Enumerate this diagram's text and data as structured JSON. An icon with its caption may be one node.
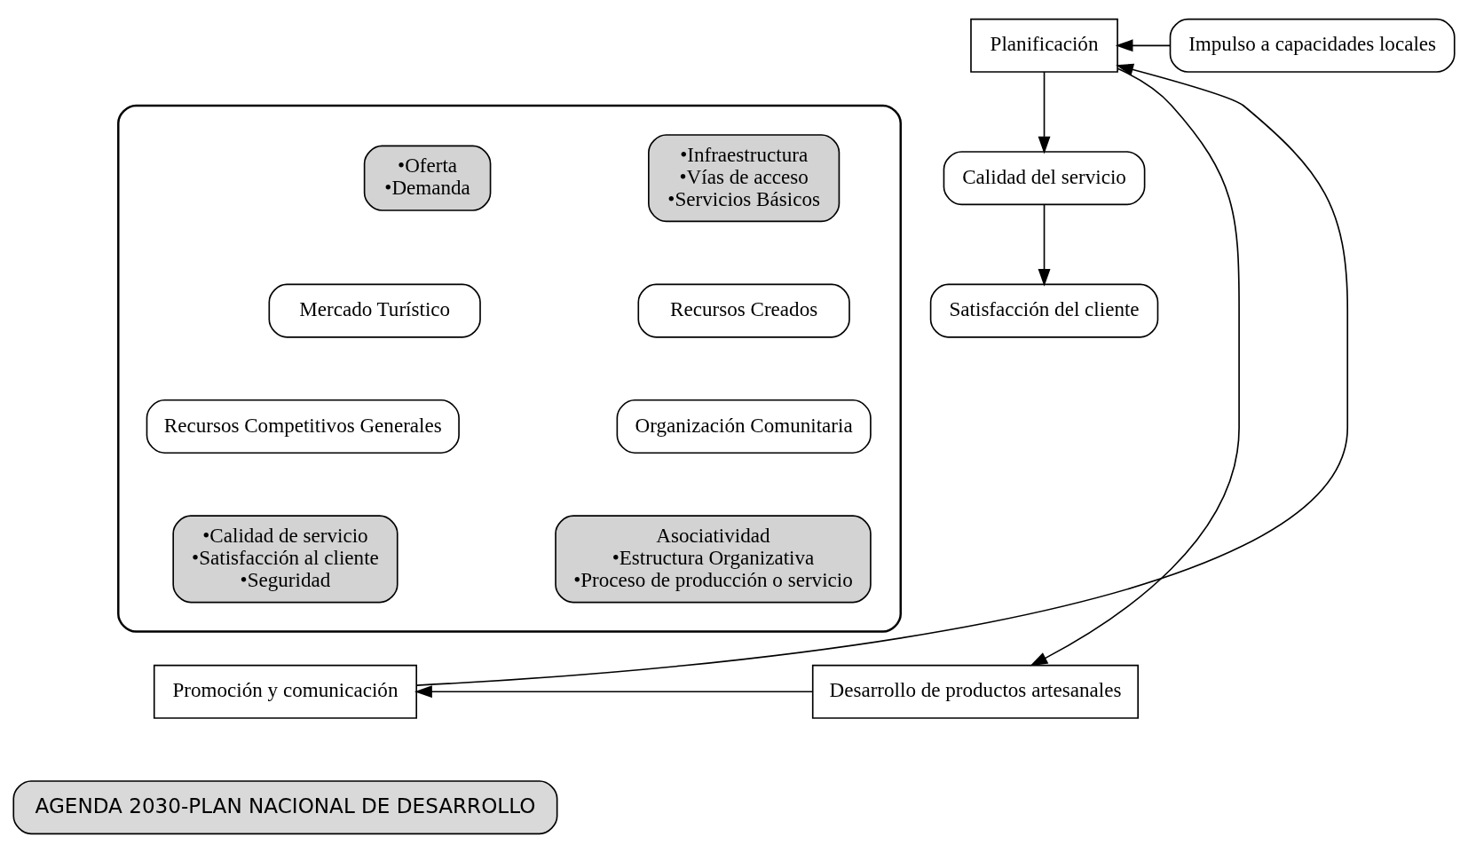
{
  "diagram": {
    "nodes": [
      {
        "text": [
          "Planificación"
        ]
      },
      {
        "text": [
          "Impulso a capacidades locales"
        ]
      },
      {
        "text": [],
        "shape": "box"
      },
      {
        "text": [
          "•Oferta",
          "•Demanda"
        ],
        "in": 2
      },
      {
        "text": [
          "•Infraestructura",
          "•Vías de acceso",
          "•Servicios Básicos"
        ],
        "in": 2
      },
      {
        "text": [
          "Mercado Turístico"
        ],
        "in": 2
      },
      {
        "text": [
          "Recursos Creados"
        ],
        "in": 2
      },
      {
        "text": [
          "Recursos Competitivos Generales"
        ],
        "in": 2
      },
      {
        "text": [
          "Organización Comunitaria"
        ],
        "in": 2
      },
      {
        "text": [
          "•Calidad de servicio",
          "•Satisfacción al cliente",
          "•Seguridad"
        ],
        "in": 2
      },
      {
        "text": [
          "Asociatividad",
          "•Estructura Organizativa",
          "•Proceso de producción o servicio"
        ],
        "in": 2
      },
      {
        "text": [
          "Calidad del servicio"
        ]
      },
      {
        "text": [
          "Satisfacción del cliente"
        ]
      },
      {
        "text": [
          "Promoción y comunicación"
        ]
      },
      {
        "text": [
          "Desarrollo de productos artesanales"
        ]
      },
      {
        "text": [
          "AGENDA 2030-PLAN NACIONAL DE DESARROLLO"
        ]
      }
    ],
    "edges": [
      {
        "from": 13,
        "to": 0,
        "arrow": "to"
      },
      {
        "from": 1,
        "to": 0,
        "arrow": "to"
      },
      {
        "from": 0,
        "to": 14,
        "arrow": "to"
      },
      {
        "from": 0,
        "to": 11,
        "arrow": "to"
      },
      {
        "from": 11,
        "to": 12,
        "arrow": "to"
      },
      {
        "from": 14,
        "to": 13,
        "arrow": "to"
      }
    ]
  }
}
